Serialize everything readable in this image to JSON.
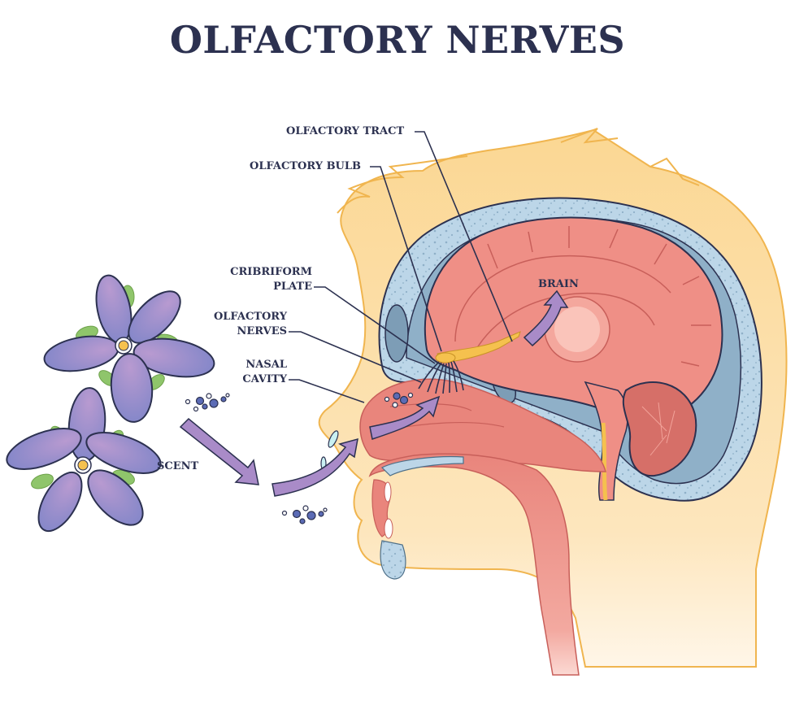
{
  "title": "OLFACTORY NERVES",
  "labels": {
    "olfactory_tract": "OLFACTORY TRACT",
    "olfactory_bulb": "OLFACTORY BULB",
    "cribriform_plate_line1": "CRIBRIFORM",
    "cribriform_plate_line2": "PLATE",
    "olfactory_nerves_line1": "OLFACTORY",
    "olfactory_nerves_line2": "NERVES",
    "nasal_cavity_line1": "NASAL",
    "nasal_cavity_line2": "CAVITY",
    "brain": "BRAIN",
    "scent": "SCENT"
  },
  "colors": {
    "title_text": "#2c3150",
    "outline": "#2c3150",
    "skin": "#fbd793",
    "skin_light": "#fde9c3",
    "skull_bone": "#bcd6e8",
    "skull_dark": "#7d9db6",
    "brain": "#ef8f86",
    "brain_light": "#f7b8ad",
    "tissue": "#e9857c",
    "nerve": "#f5c14e",
    "flower_petal": "#8b86c9",
    "flower_petal_light": "#b193cb",
    "leaf": "#8fc56b",
    "arrow": "#a98bc8",
    "scent_particle": "#5b6bb5"
  }
}
